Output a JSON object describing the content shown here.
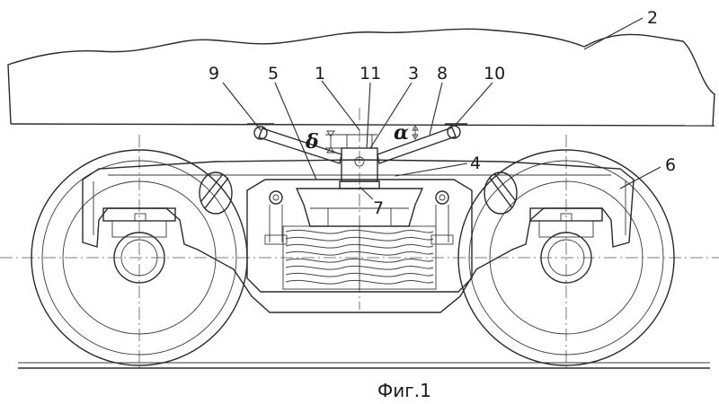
{
  "figure": {
    "caption": "Фиг.1",
    "labels": {
      "l1": "1",
      "l2": "2",
      "l3": "3",
      "l4": "4",
      "l5": "5",
      "l6": "6",
      "l7": "7",
      "l8": "8",
      "l9": "9",
      "l10": "10",
      "l11": "11",
      "delta": "δ",
      "alpha": "α"
    }
  }
}
